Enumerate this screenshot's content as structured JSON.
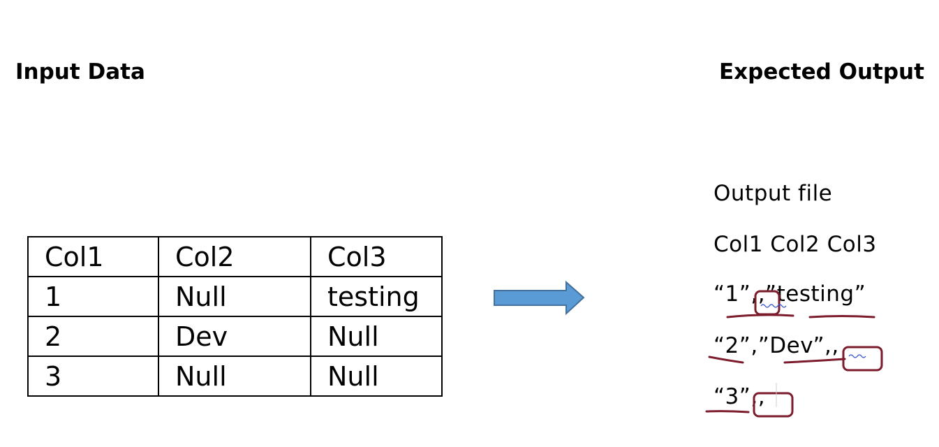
{
  "headings": {
    "input": "Input Data",
    "output": "Expected Output"
  },
  "input_table": {
    "header": [
      "Col1",
      "Col2",
      "Col3"
    ],
    "rows": [
      [
        "1",
        "Null",
        "testing"
      ],
      [
        "2",
        "Dev",
        "Null"
      ],
      [
        "3",
        "Null",
        "Null"
      ]
    ]
  },
  "expected_output": {
    "title": "Output file",
    "header": "Col1 Col2 Col3",
    "lines": [
      "“1”,,”testing”",
      "“2”,”Dev”,,",
      "“3”,,"
    ]
  },
  "colors": {
    "arrow_fill": "#5b9bd5",
    "arrow_stroke": "#41719c",
    "annotation": "#7b1b2b",
    "squiggle": "#3355cc"
  },
  "icons": {
    "arrow": "right-arrow-icon"
  }
}
